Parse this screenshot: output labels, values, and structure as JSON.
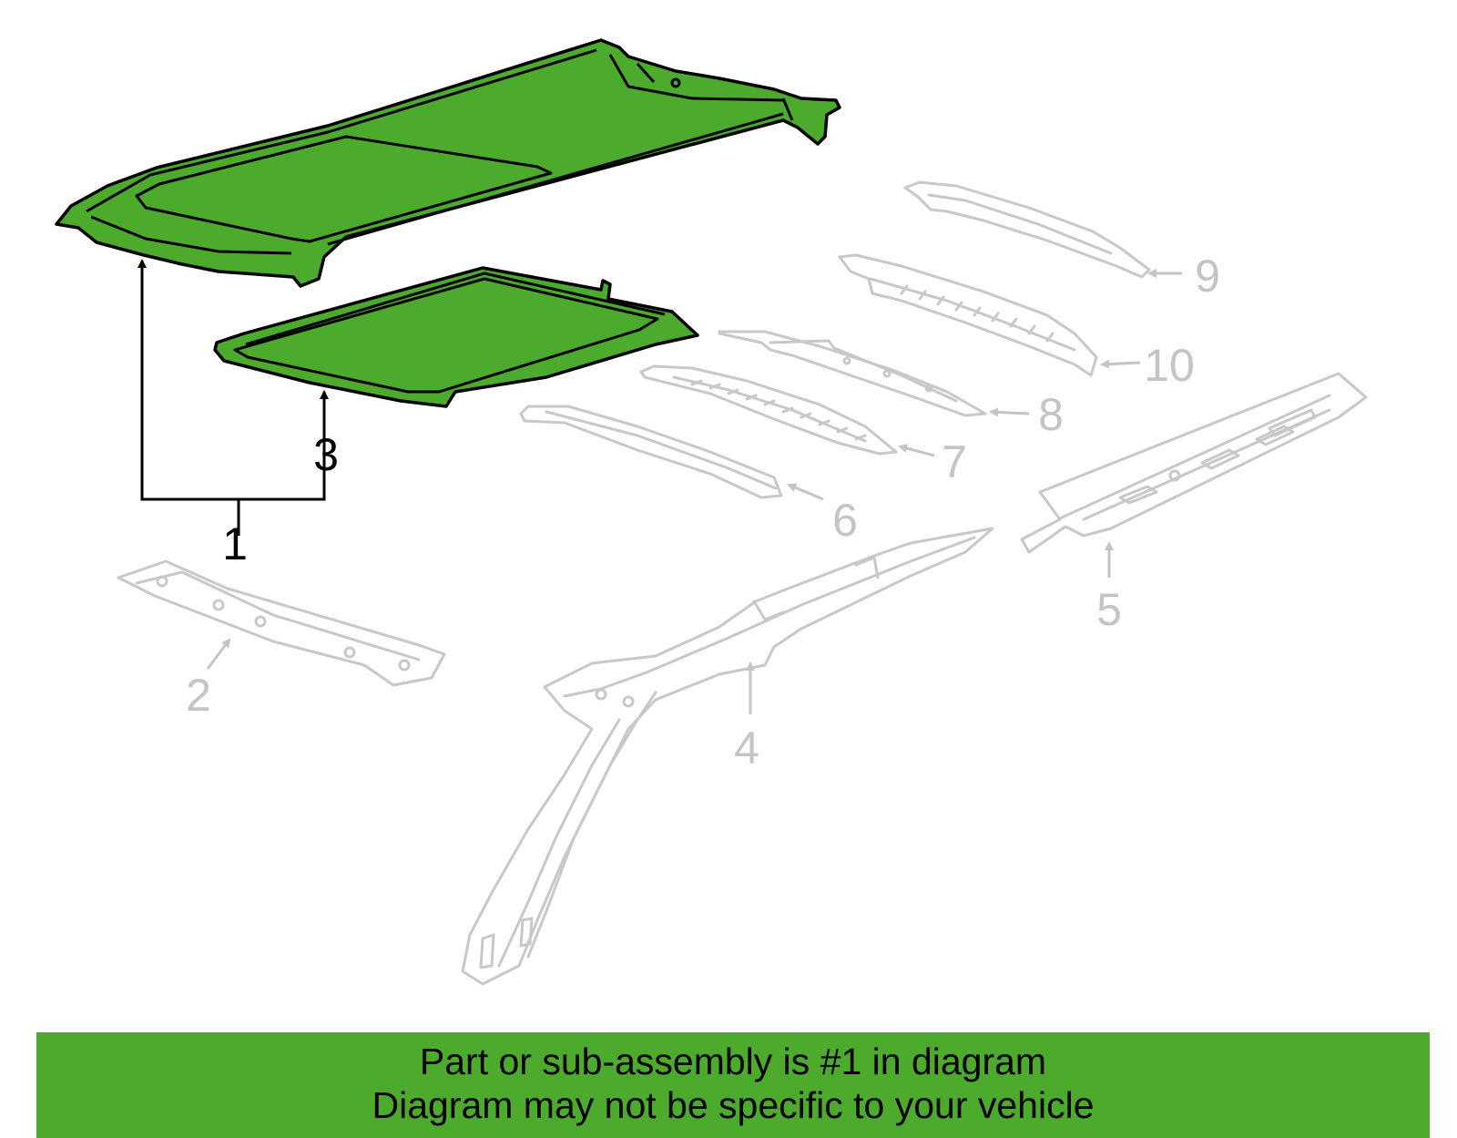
{
  "callouts": {
    "c1": "1",
    "c2": "2",
    "c3": "3",
    "c4": "4",
    "c5": "5",
    "c6": "6",
    "c7": "7",
    "c8": "8",
    "c9": "9",
    "c10": "10"
  },
  "banner": {
    "line1": "Part or sub-assembly is #1 in diagram",
    "line2": "Diagram may not be specific to your vehicle"
  },
  "colors": {
    "highlight": "#4caa2c",
    "outline": "#000000",
    "ghost": "#c8c8c8"
  }
}
